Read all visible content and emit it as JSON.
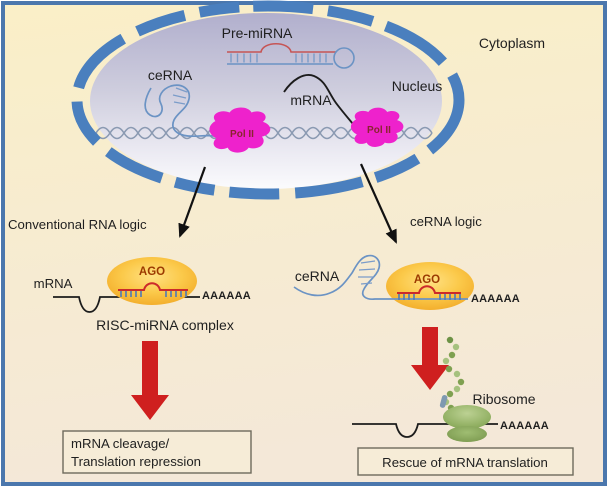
{
  "labels": {
    "cytoplasm": "Cytoplasm",
    "nucleus": "Nucleus",
    "pre_mirna": "Pre-miRNA",
    "cerna_nucleus": "ceRNA",
    "mrna_nucleus": "mRNA",
    "pol2_left": "Pol II",
    "pol2_right": "Pol II",
    "branch_left": "Conventional RNA logic",
    "branch_right": "ceRNA logic"
  },
  "left_pathway": {
    "mrna": "mRNA",
    "ago": "AGO",
    "polya": "AAAAAA",
    "complex": "RISC-miRNA complex",
    "outcome_line1": "mRNA cleavage/",
    "outcome_line2": "Translation repression"
  },
  "right_pathway": {
    "cerna": "ceRNA",
    "ago": "AGO",
    "polya_top": "AAAAAA",
    "ribosome": "Ribosome",
    "polya_bottom": "AAAAAA",
    "outcome": "Rescue of mRNA translation"
  },
  "colors": {
    "background_top": "#faefc7",
    "background_bottom": "#f4e8d8",
    "frame_border": "#4b77ad",
    "nuclear_envelope": "#4a7fbe",
    "nucleus_fill_top": "#b7b5d1",
    "nucleus_fill_bottom": "#fbfbfd",
    "pol2": "#ee22cc",
    "pol2_text": "#8a2430",
    "rna_blue": "#6b93c4",
    "mirna_red": "#cc2a2a",
    "dna_helix": "#8b9ab2",
    "ago_fill": "#f7b83a",
    "ago_text": "#9c3a00",
    "red_arrow": "#cf1f1f",
    "ribosome_green": "#8aa85c",
    "text": "#1f1f1f"
  }
}
